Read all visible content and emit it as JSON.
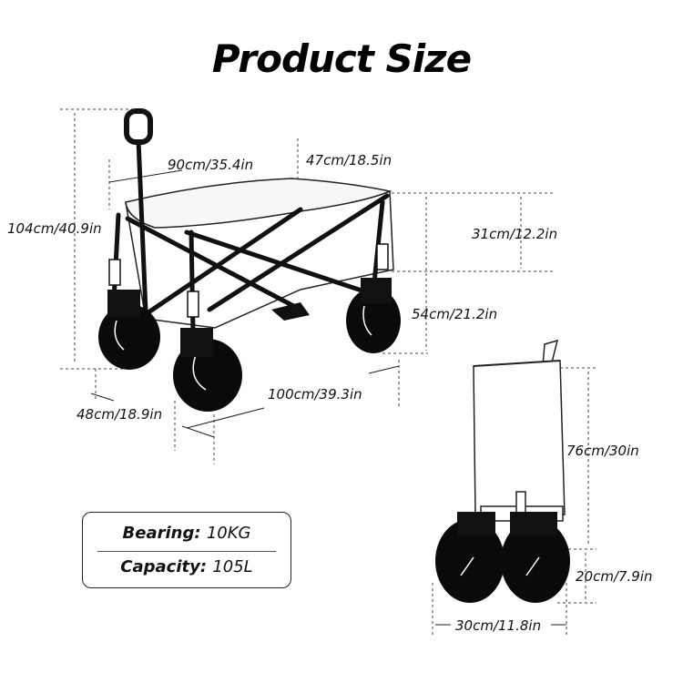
{
  "title": "Product Size",
  "dimensions": {
    "overall_height": "104cm/40.9in",
    "length_top": "90cm/35.4in",
    "width_top": "47cm/18.5in",
    "basket_depth": "31cm/12.2in",
    "basket_height": "54cm/21.2in",
    "wheelbase_width": "48cm/18.9in",
    "overall_length": "100cm/39.3in",
    "folded_height": "76cm/30in",
    "wheel_diameter": "20cm/7.9in",
    "folded_width": "30cm/11.8in"
  },
  "specs": {
    "bearing_label": "Bearing:",
    "bearing_value": "10KG",
    "capacity_label": "Capacity:",
    "capacity_value": "105L"
  }
}
